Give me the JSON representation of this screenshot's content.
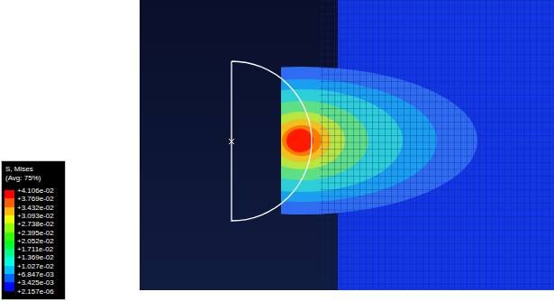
{
  "diagram": {
    "labels": [
      "S, Mises",
      "(Avg: 75%)"
    ],
    "legend": [
      {
        "text": "+4.106e-02",
        "color": "#ff0000"
      },
      {
        "text": "+3.769e-02",
        "color": "#ff5d00"
      },
      {
        "text": "+3.432e-02",
        "color": "#ffb900"
      },
      {
        "text": "+3.093e-02",
        "color": "#eaff00"
      },
      {
        "text": "+2.738e-02",
        "color": "#8eff00"
      },
      {
        "text": "+2.395e-02",
        "color": "#33ff00"
      },
      {
        "text": "+2.052e-02",
        "color": "#00ff29"
      },
      {
        "text": "+1.711e-02",
        "color": "#00ff85"
      },
      {
        "text": "+1.369e-02",
        "color": "#00ffe1"
      },
      {
        "text": "+1.027e-02",
        "color": "#00c2ff"
      },
      {
        "text": "+6.847e-03",
        "color": "#0066ff"
      },
      {
        "text": "+3.425e-03",
        "color": "#000aff"
      },
      {
        "text": "+2.157e-06"
      }
    ]
  }
}
